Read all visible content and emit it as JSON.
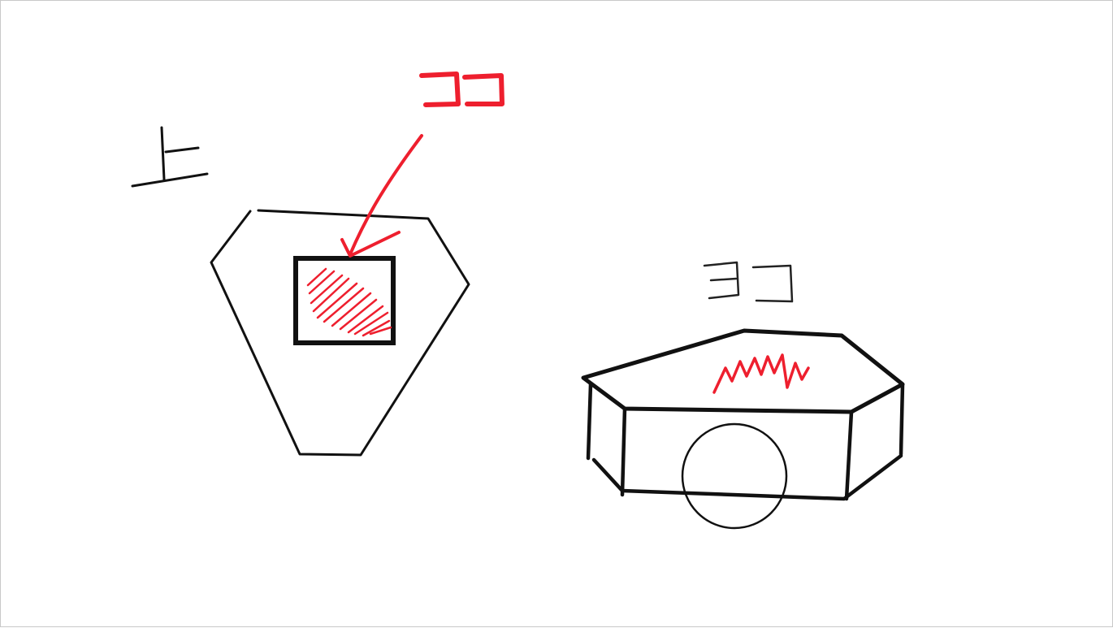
{
  "labels": {
    "top_view": "上",
    "side_view": "ヨコ",
    "highlight": "ココ"
  },
  "colors": {
    "ink": "#111111",
    "highlight": "#ee1f2e",
    "background": "#ffffff",
    "frame_border": "#c8c8c8"
  }
}
